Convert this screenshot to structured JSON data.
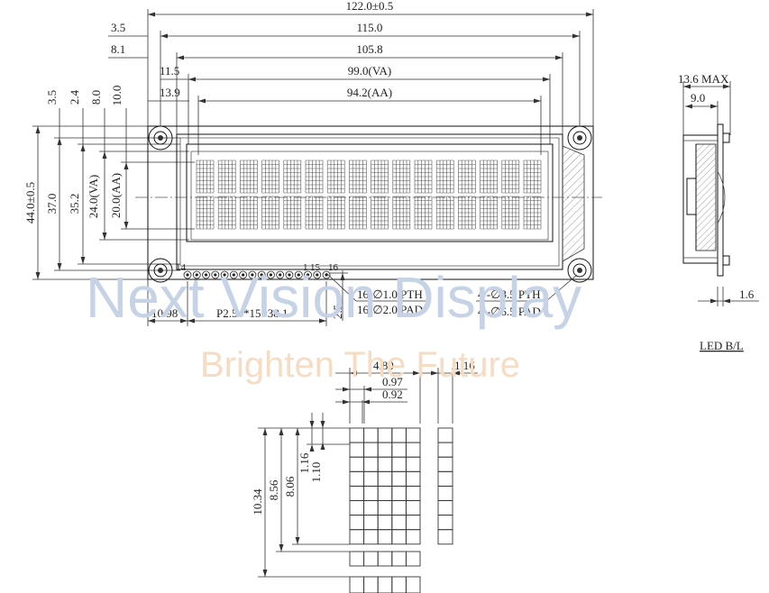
{
  "watermark": {
    "line1": "Next Vision Display",
    "line2": "Brighten The Future"
  },
  "dims_top": {
    "overall": "122.0±0.5",
    "d115": "115.0",
    "d105": "105.8",
    "va": "99.0(VA)",
    "aa": "94.2(AA)",
    "off35": "3.5",
    "off81": "8.1",
    "off115": "11.5",
    "off139": "13.9"
  },
  "dims_left": {
    "overall": "44.0±0.5",
    "d37": "37.0",
    "d352": "35.2",
    "va": "24.0(VA)",
    "aa": "20.0(AA)",
    "v35": "3.5",
    "v24": "2.4",
    "v80": "8.0",
    "v100": "10.0"
  },
  "dims_bottom": {
    "left_offset": "10.98",
    "pitch": "P2.54*15=38.1",
    "pin_gap": "2.5",
    "pin_first": "14",
    "pin_mid": "1",
    "pin_mid2": "15",
    "pin_last": "16",
    "pth": "16-∅1.0 PTH",
    "pad": "16-∅2.0 PAD",
    "hole_pth": "4 -∅3.5 PTH",
    "hole_pad": "4 -∅6.5 PAD"
  },
  "side_view": {
    "max_thickness": "13.6 MAX",
    "d90": "9.0",
    "d16": "1.6",
    "caption": "LED B/L"
  },
  "char_detail": {
    "w480": "4.80",
    "w116": "1.16",
    "w097": "0.97",
    "w092": "0.92",
    "h1034": "10.34",
    "h856": "8.56",
    "h806": "8.06",
    "h116": "1.16",
    "h110": "1.10"
  }
}
